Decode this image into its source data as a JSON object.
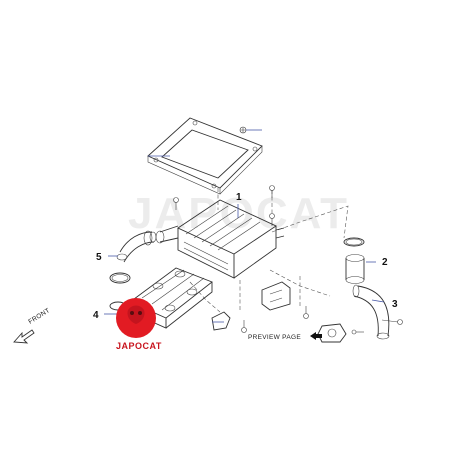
{
  "diagram": {
    "callouts": [
      "1",
      "2",
      "3",
      "4",
      "5"
    ],
    "front_label": "FRONT",
    "previous_page_label": "PREVIEW PAGE",
    "watermark_text": "JAPOCAT",
    "brand_text": "JAPOCAT",
    "colors": {
      "line": "#333333",
      "leader": "#4a5aa8",
      "brand_red": "#e21b23"
    }
  }
}
